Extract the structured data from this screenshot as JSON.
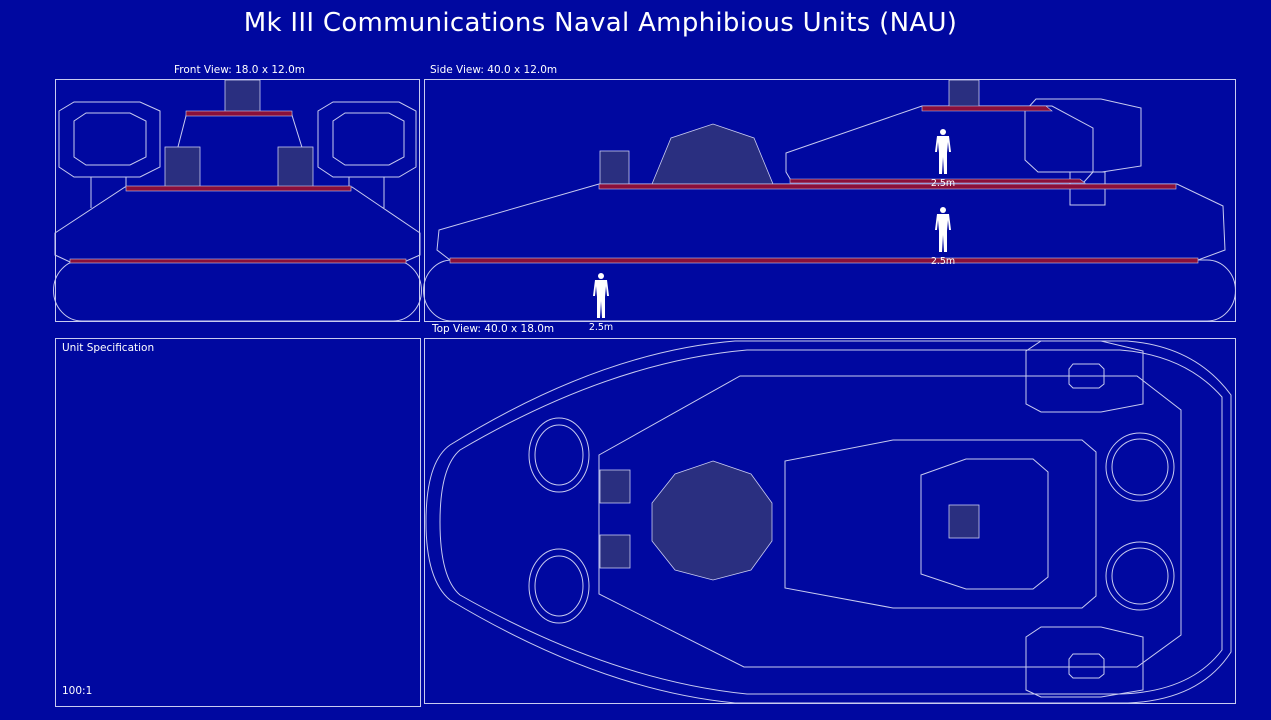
{
  "title": "Mk III Communications Naval Amphibious Units (NAU)",
  "views": {
    "front": "Front View: 18.0 x 12.0m",
    "side": "Side View: 40.0 x 12.0m",
    "top": "Top View: 40.0 x 18.0m"
  },
  "spec": {
    "heading": "Unit Specification",
    "scale": "100:1"
  },
  "human_scale_label": "2.5m",
  "colors": {
    "background": "#0008a0",
    "line": "#c8cbf0",
    "deck": "#8a0f3a",
    "fill_block": "#2a2f80"
  }
}
